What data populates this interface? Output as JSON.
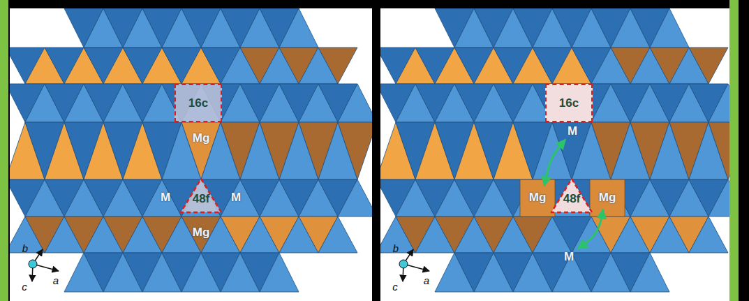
{
  "diagram": {
    "nodes": [
      {
        "text": [
          "16c"
        ]
      },
      {
        "text": [
          "48f"
        ]
      },
      {
        "text": [
          "16c"
        ]
      },
      {
        "text": [
          "48f"
        ]
      }
    ],
    "labels": [
      "Mg",
      "M",
      "M",
      "Mg",
      "b",
      "c",
      "a",
      "M",
      "Mg",
      "Mg",
      "M",
      "b",
      "c",
      "a"
    ]
  }
}
